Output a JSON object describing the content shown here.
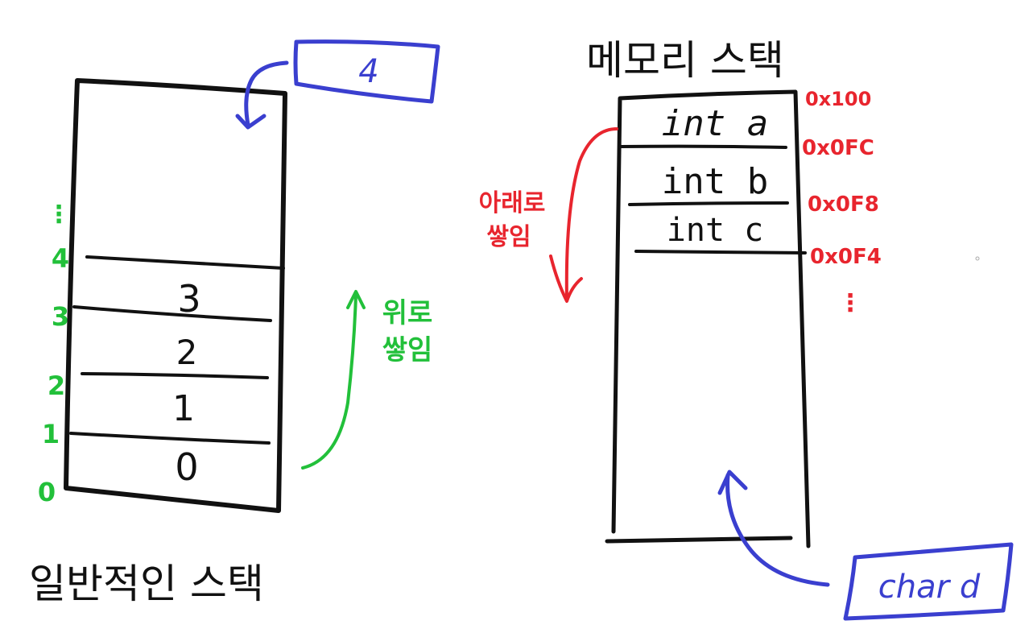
{
  "general_stack": {
    "caption": "일반적인 스택",
    "cells": [
      "3",
      "2",
      "1",
      "0"
    ],
    "index_labels": [
      "⋮",
      "4",
      "3",
      "2",
      "1",
      "0"
    ],
    "push_box": "4",
    "direction_label_line1": "위로",
    "direction_label_line2": "쌓임",
    "colors": {
      "outline": "#111111",
      "index": "#22c03a",
      "push": "#3a3fcf"
    }
  },
  "memory_stack": {
    "caption": "메모리 스택",
    "cells": [
      "int a",
      "int b",
      "int c"
    ],
    "addresses": [
      "0x100",
      "0x0FC",
      "0x0F8",
      "0x0F4",
      "⋮"
    ],
    "push_box": "char d",
    "direction_label_line1": "아래로",
    "direction_label_line2": "쌓임",
    "colors": {
      "outline": "#111111",
      "address": "#e8252e",
      "push": "#3a3fcf"
    }
  }
}
